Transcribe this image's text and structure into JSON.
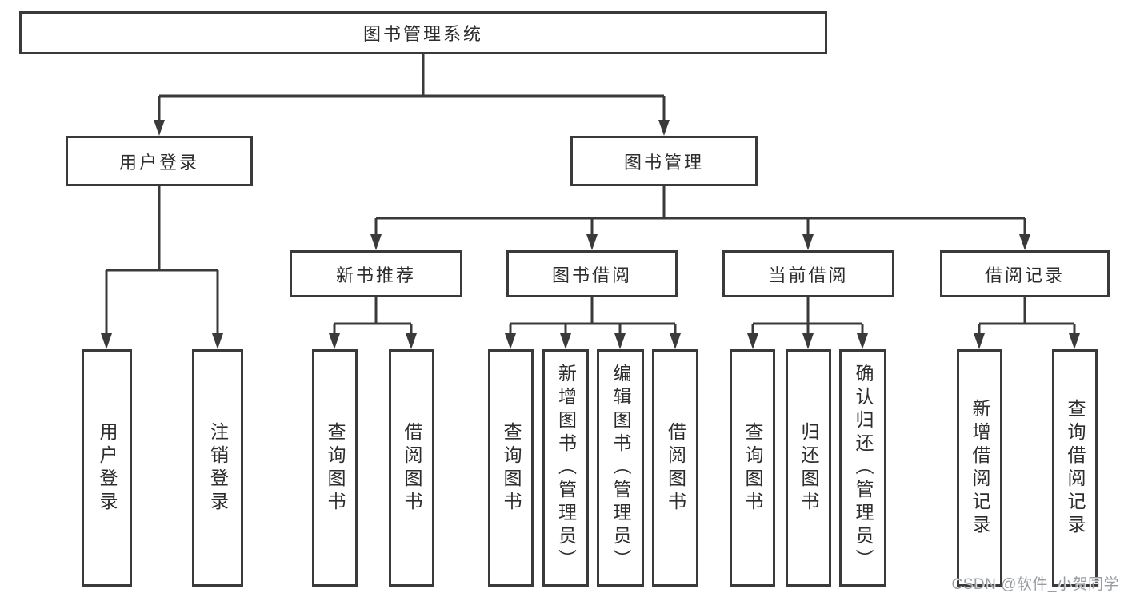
{
  "tree": {
    "root": {
      "label": "图书管理系统"
    },
    "branches": [
      {
        "label": "用户登录",
        "children": [
          "用户登录",
          "注销登录"
        ]
      },
      {
        "label": "图书管理",
        "sections": [
          {
            "label": "新书推荐",
            "children": [
              "查询图书",
              "借阅图书"
            ]
          },
          {
            "label": "图书借阅",
            "children": [
              "查询图书",
              "新增图书（管理员）",
              "编辑图书（管理员）",
              "借阅图书"
            ]
          },
          {
            "label": "当前借阅",
            "children": [
              "查询图书",
              "归还图书",
              "确认归还（管理员）"
            ]
          },
          {
            "label": "借阅记录",
            "children": [
              "新增借阅记录",
              "查询借阅记录"
            ]
          }
        ]
      }
    ]
  },
  "watermark": {
    "text": "CSDN @软件_小贺同学"
  },
  "colors": {
    "line": "#3a3a3a",
    "text": "#2d2d2d",
    "box_fill": "#ffffff",
    "background": "#ffffff",
    "watermark": "#999da2"
  }
}
